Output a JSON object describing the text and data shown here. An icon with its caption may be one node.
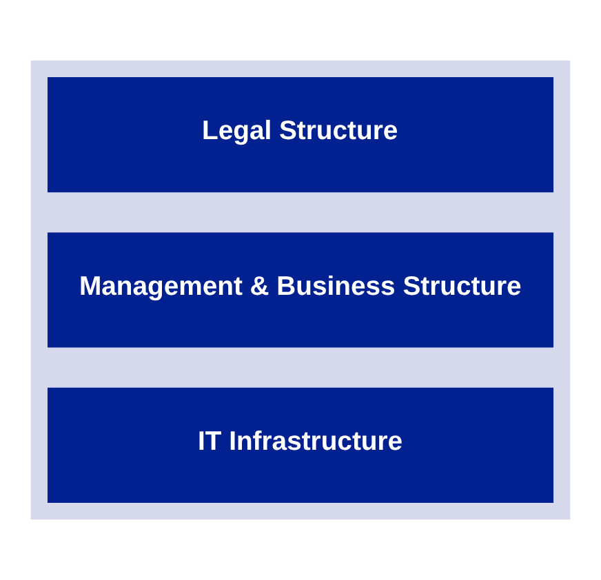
{
  "diagram": {
    "nodes": [
      {
        "text": [],
        "shape": "box"
      },
      {
        "text": [
          "Legal Structure"
        ],
        "in": 0
      },
      {
        "text": [
          "Management & Business Structure"
        ],
        "in": 0
      },
      {
        "text": [
          "IT Infrastructure"
        ],
        "in": 0
      }
    ]
  }
}
